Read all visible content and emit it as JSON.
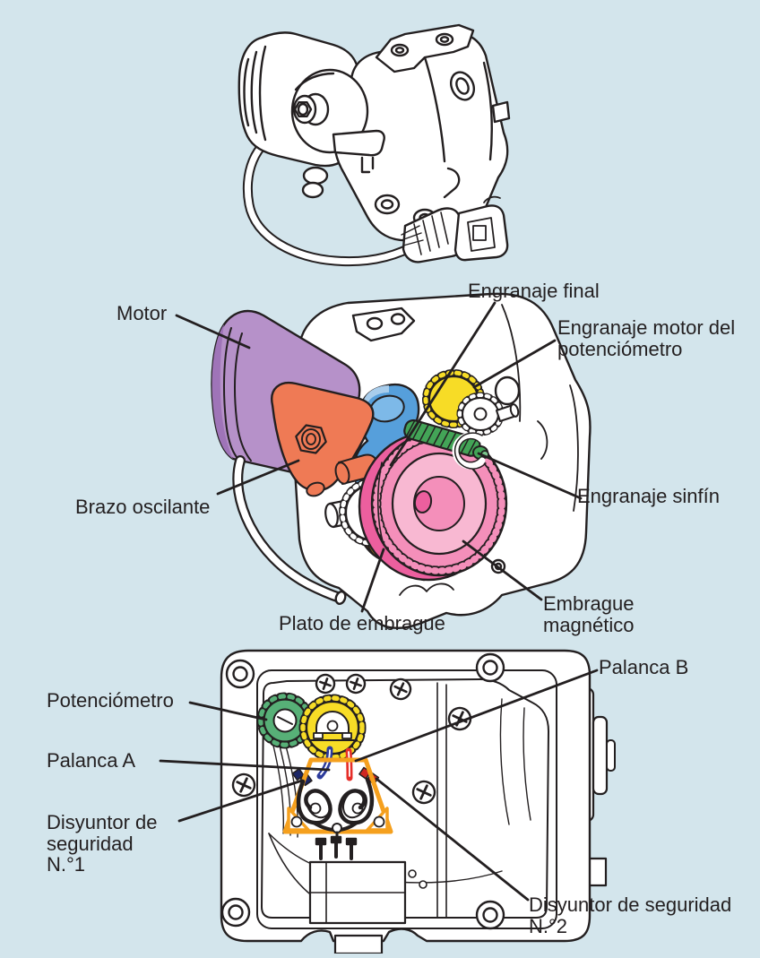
{
  "document": {
    "type": "technical-diagram",
    "language": "es",
    "background_color": "#d3e5ec",
    "line_color": "#231f20"
  },
  "labels": {
    "motor": "Motor",
    "engranaje_final": "Engranaje final",
    "engranaje_motor_potenciometro": "Engranaje motor del\npotenciómetro",
    "engranaje_sinfin": "Engranaje sinfín",
    "brazo_oscilante": "Brazo oscilante",
    "plato_de_embrague": "Plato de embrague",
    "embrague_magnetico": "Embrague\nmagnético",
    "potenciometro": "Potenciómetro",
    "palanca_a": "Palanca A",
    "palanca_b": "Palanca B",
    "disyuntor_seguridad_1": "Disyuntor de\nseguridad\nN.°1",
    "disyuntor_seguridad_2": "Disyuntor de seguridad\nN.°2"
  },
  "part_colors": {
    "motor": "#b691c9",
    "motor_shade": "#9f74b8",
    "brazo_oscilante": "#ef7a55",
    "engranaje_final": "#569fdb",
    "engranaje_final_bore": "#7db9e8",
    "engranaje_motor_potenciometro": "#f7dc26",
    "engranaje_sinfin": "#43a457",
    "embrague_magnetico": "#f48fba",
    "embrague_magnetico_shade": "#ec5f9e",
    "embrague_magnetico_hub": "#f8b8d2",
    "plato_de_embrague": "#f0ac15",
    "potenciometro_gear": "#57b077",
    "palanca_a_lever": "#2c3b9c",
    "palanca_b_lever": "#e62e28",
    "disyuntor_1_terminal": "#1c2666",
    "disyuntor_2_terminal": "#cf2722",
    "soporte_bracket": "#f5a01e"
  }
}
